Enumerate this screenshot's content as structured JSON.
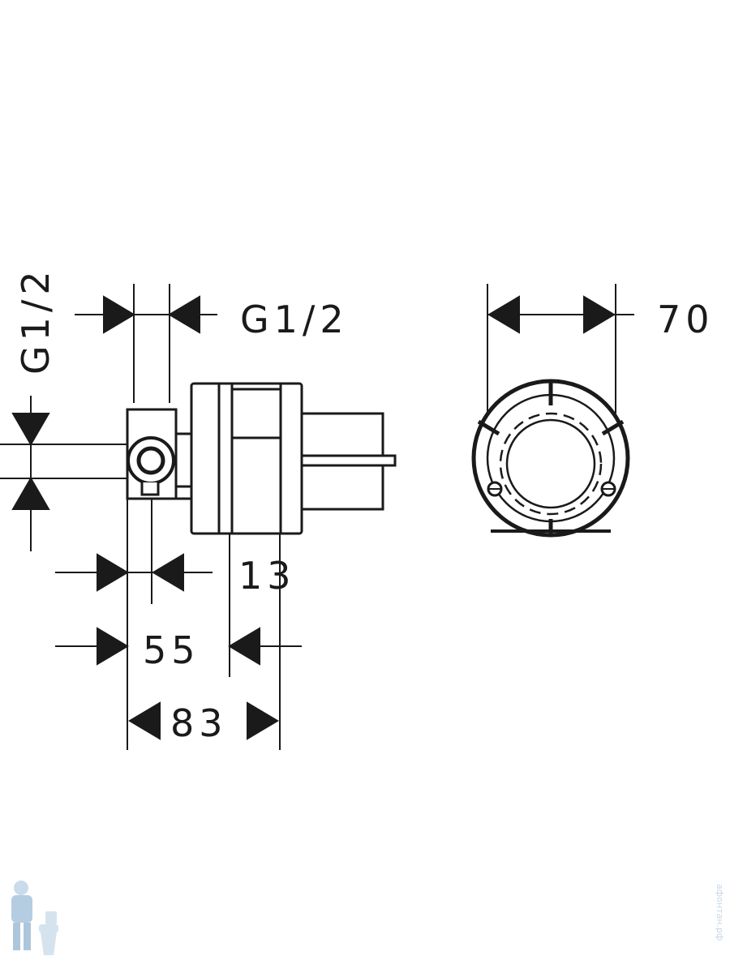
{
  "drawing": {
    "colors": {
      "line": "#1a1a1a",
      "background": "#ffffff",
      "watermark": "#b9cfe2"
    },
    "dimensions": {
      "side_vertical_thread": "G1/2",
      "top_thread": "G1/2",
      "depth_small": "13",
      "depth_mid": "55",
      "depth_total": "83",
      "front_diameter": "70"
    },
    "watermark": {
      "site_text": "афонтан.рф",
      "logo_icon": "plumber-mascot-icon"
    }
  }
}
